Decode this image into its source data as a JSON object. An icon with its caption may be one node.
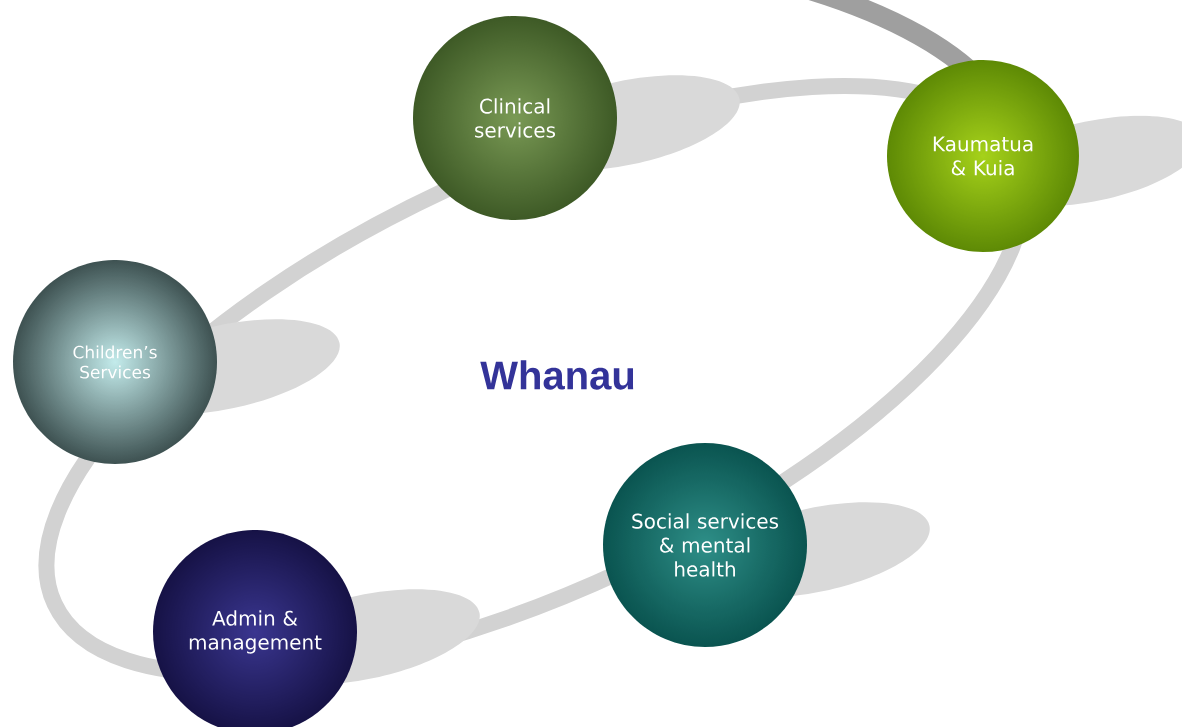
{
  "diagram": {
    "nodes": [
      {
        "text": [
          "Clinical services"
        ]
      },
      {
        "text": [
          "Kaumatua & Kuia"
        ]
      },
      {
        "text": [
          "Children’s Services"
        ]
      },
      {
        "text": [
          "Social services & mental health"
        ]
      },
      {
        "text": [
          "Admin & management"
        ]
      }
    ],
    "labels": [
      "Whanau"
    ]
  }
}
